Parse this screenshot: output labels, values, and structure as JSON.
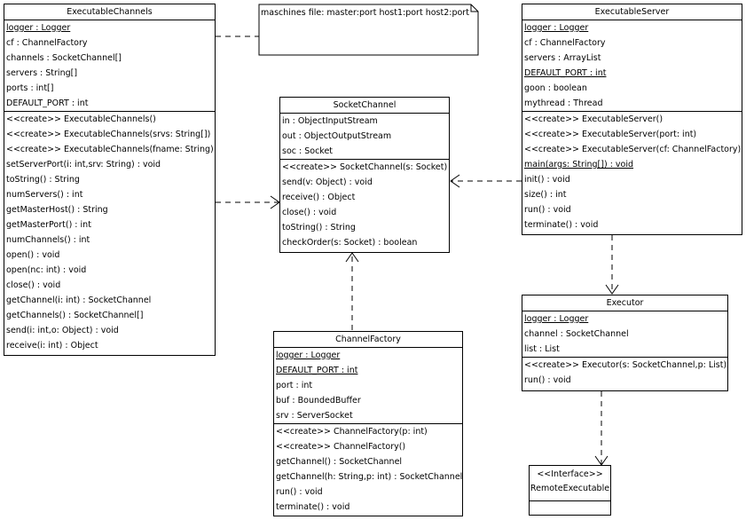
{
  "note": {
    "text": "maschines file: master:port host1:port host2:port"
  },
  "classes": {
    "executable_channels": {
      "name": "ExecutableChannels",
      "attributes": [
        {
          "text": "logger : Logger",
          "static": true
        },
        {
          "text": "cf : ChannelFactory",
          "static": false
        },
        {
          "text": "channels : SocketChannel[]",
          "static": false
        },
        {
          "text": "servers : String[]",
          "static": false
        },
        {
          "text": "ports : int[]",
          "static": false
        },
        {
          "text": "DEFAULT_PORT : int",
          "static": false
        }
      ],
      "methods": [
        {
          "text": "<<create>> ExecutableChannels()",
          "static": false
        },
        {
          "text": "<<create>> ExecutableChannels(srvs: String[])",
          "static": false
        },
        {
          "text": "<<create>> ExecutableChannels(fname: String)",
          "static": false
        },
        {
          "text": "setServerPort(i: int,srv: String) : void",
          "static": false
        },
        {
          "text": "toString() : String",
          "static": false
        },
        {
          "text": "numServers() : int",
          "static": false
        },
        {
          "text": "getMasterHost() : String",
          "static": false
        },
        {
          "text": "getMasterPort() : int",
          "static": false
        },
        {
          "text": "numChannels() : int",
          "static": false
        },
        {
          "text": "open() : void",
          "static": false
        },
        {
          "text": "open(nc: int) : void",
          "static": false
        },
        {
          "text": "close() : void",
          "static": false
        },
        {
          "text": "getChannel(i: int) : SocketChannel",
          "static": false
        },
        {
          "text": "getChannels() : SocketChannel[]",
          "static": false
        },
        {
          "text": "send(i: int,o: Object) : void",
          "static": false
        },
        {
          "text": "receive(i: int) : Object",
          "static": false
        }
      ]
    },
    "socket_channel": {
      "name": "SocketChannel",
      "attributes": [
        {
          "text": "in : ObjectInputStream",
          "static": false
        },
        {
          "text": "out : ObjectOutputStream",
          "static": false
        },
        {
          "text": "soc : Socket",
          "static": false
        }
      ],
      "methods": [
        {
          "text": "<<create>> SocketChannel(s: Socket)",
          "static": false
        },
        {
          "text": "send(v: Object) : void",
          "static": false
        },
        {
          "text": "receive() : Object",
          "static": false
        },
        {
          "text": "close() : void",
          "static": false
        },
        {
          "text": "toString() : String",
          "static": false
        },
        {
          "text": "checkOrder(s: Socket) : boolean",
          "static": false
        }
      ]
    },
    "executable_server": {
      "name": "ExecutableServer",
      "attributes": [
        {
          "text": "logger : Logger",
          "static": true
        },
        {
          "text": "cf : ChannelFactory",
          "static": false
        },
        {
          "text": "servers : ArrayList",
          "static": false
        },
        {
          "text": "DEFAULT_PORT : int",
          "static": true
        },
        {
          "text": "goon : boolean",
          "static": false
        },
        {
          "text": "mythread : Thread",
          "static": false
        }
      ],
      "methods": [
        {
          "text": "<<create>> ExecutableServer()",
          "static": false
        },
        {
          "text": "<<create>> ExecutableServer(port: int)",
          "static": false
        },
        {
          "text": "<<create>> ExecutableServer(cf: ChannelFactory)",
          "static": false
        },
        {
          "text": "main(args: String[]) : void",
          "static": true
        },
        {
          "text": "init() : void",
          "static": false
        },
        {
          "text": "size() : int",
          "static": false
        },
        {
          "text": "run() : void",
          "static": false
        },
        {
          "text": "terminate() : void",
          "static": false
        }
      ]
    },
    "executor": {
      "name": "Executor",
      "attributes": [
        {
          "text": "logger : Logger",
          "static": true
        },
        {
          "text": "channel : SocketChannel",
          "static": false
        },
        {
          "text": "list : List",
          "static": false
        }
      ],
      "methods": [
        {
          "text": "<<create>> Executor(s: SocketChannel,p: List)",
          "static": false
        },
        {
          "text": "run() : void",
          "static": false
        }
      ]
    },
    "channel_factory": {
      "name": "ChannelFactory",
      "attributes": [
        {
          "text": "logger : Logger",
          "static": true
        },
        {
          "text": "DEFAULT_PORT : int",
          "static": true
        },
        {
          "text": "port : int",
          "static": false
        },
        {
          "text": "buf : BoundedBuffer",
          "static": false
        },
        {
          "text": "srv : ServerSocket",
          "static": false
        }
      ],
      "methods": [
        {
          "text": "<<create>> ChannelFactory(p: int)",
          "static": false
        },
        {
          "text": "<<create>> ChannelFactory()",
          "static": false
        },
        {
          "text": "getChannel() : SocketChannel",
          "static": false
        },
        {
          "text": "getChannel(h: String,p: int) : SocketChannel",
          "static": false
        },
        {
          "text": "run() : void",
          "static": false
        },
        {
          "text": "terminate() : void",
          "static": false
        }
      ]
    },
    "remote_executable": {
      "stereotype": "<<Interface>>",
      "name": "RemoteExecutable"
    }
  }
}
